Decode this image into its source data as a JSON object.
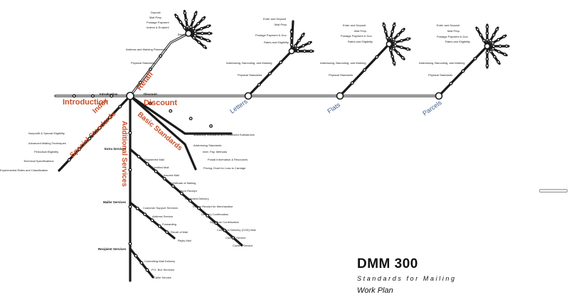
{
  "title": {
    "code": "DMM 300",
    "subtitle": "Standards for Mailing",
    "plan": "Work Plan"
  },
  "nodes": {
    "introduction": "Introduction",
    "discount": "Discount",
    "letters": "Letters",
    "flats": "Flats",
    "parcels": "Parcels"
  },
  "lines": {
    "introduction": "Introduction",
    "index": "Index",
    "retail": "Retail",
    "discount": "Discount",
    "special_standards": "Special Standards",
    "basic_standards": "Basic Standards",
    "additional_services": "Additional Services"
  },
  "labels": {
    "a1": "Deposit",
    "a2": "Mail Prep.",
    "a3": "Postage Payment",
    "a4": "Indexs & Endprint",
    "a5": "Bases",
    "a6": "Address and Marking Placement",
    "a7": "Physical Standards",
    "b1": "Enter and Deposit",
    "b2": "Mail Prep.",
    "b3": "Postage Payment & Doc.",
    "b4": "Rates and Eligibility",
    "b5": "Addressing, Barcoding, and Marking",
    "b6": "Physical Standards",
    "c1": "Enter and Deposit",
    "c2": "Mail Prep.",
    "c3": "Postage Payment & Doc.",
    "c4": "Rates and Eligibility",
    "c5": "Addressing, Barcoding, and Marking",
    "c6": "Physical Standards",
    "d1": "Enter and Deposit",
    "d2": "Mail Prep.",
    "d3": "Postage Payment & Doc.",
    "d4": "Rates and Eligibility",
    "d5": "Addressing, Barcoding, and Marking",
    "d6": "Physical Standards",
    "e1": "Mailability Standards and Restricted Substances",
    "e2": "Addressing Standards",
    "e3": "Inter. Pay. Methods",
    "e4": "Postal Information & Resources",
    "e5": "Pricing Chart for Loss to Carriage",
    "f1": "Nonprofit & Special Eligibility",
    "f2": "Advanced Mailing Techniques",
    "f3": "Periodical Eligibility",
    "f4": "Technical Specifications",
    "f5": "Experimental Rates and Classification",
    "g1": "Extra Services",
    "g2": "Registered Mail",
    "g3": "Certified Mail",
    "g4": "Insured Mail",
    "g5": "Certificate of Mailing",
    "g6": "Return Receipt",
    "g7": "Restricted Delivery",
    "g8": "Return Receipt for Merchandise",
    "g9": "Delivery Confirmation",
    "g10": "Signature Confirmation",
    "g11": "Collect on Delivery (COD) Mail",
    "g12": "Confirm Service",
    "g13": "Confirm Service",
    "h1": "Mailer Services",
    "h2": "Customer Support Services",
    "h3": "Address Service",
    "h4": "Forwarding",
    "h5": "Recall of Mail",
    "h6": "Reply Mail",
    "i1": "Recipient Services",
    "i2": "Controlling Mail Delivery",
    "i3": "P.O. Box Services",
    "i4": "Caller Service"
  },
  "colors": {
    "line": "#1a1a1a",
    "accent": "#c8502a",
    "blue": "#3b5b8a"
  }
}
